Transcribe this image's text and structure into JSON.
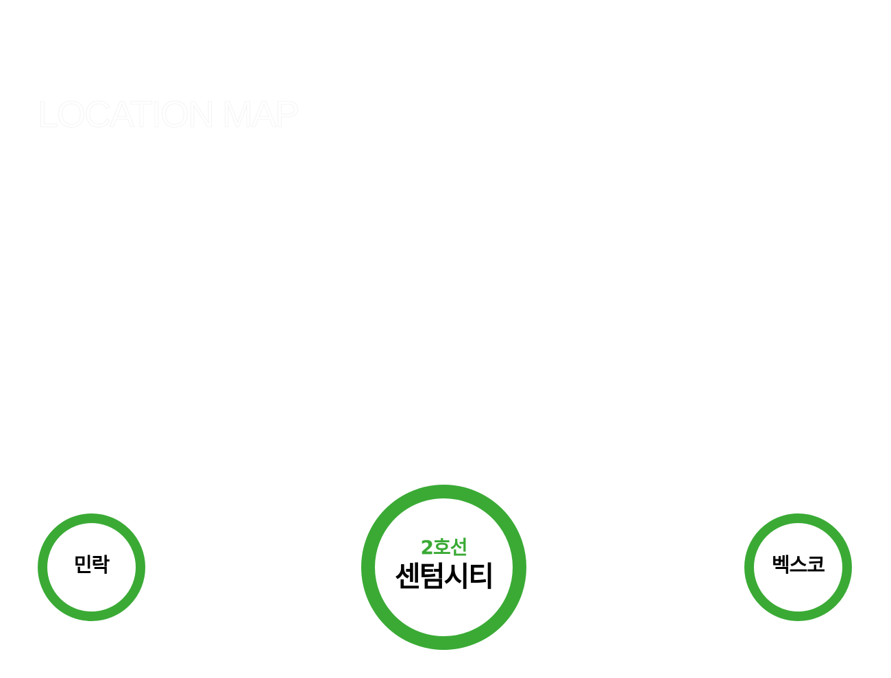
{
  "map": {
    "title": "LOCATION MAP"
  },
  "stations": {
    "left": {
      "name": "민락"
    },
    "center": {
      "line": "2호선",
      "name": "센텀시티"
    },
    "right": {
      "name": "벡스코"
    }
  },
  "colors": {
    "line_green": "#3aaa35",
    "text": "#000000",
    "background": "#ffffff"
  }
}
